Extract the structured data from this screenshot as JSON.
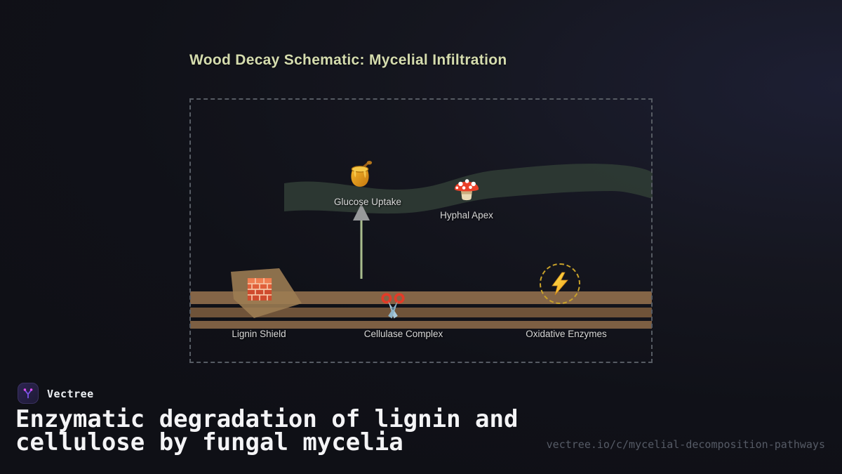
{
  "header": {
    "title": "Wood Decay Schematic: Mycelial Infiltration"
  },
  "diagram": {
    "nodes": [
      {
        "id": "glucose-uptake",
        "icon": "honey-pot-icon",
        "label": "Glucose Uptake"
      },
      {
        "id": "hyphal-apex",
        "icon": "mushroom-icon",
        "label": "Hyphal Apex"
      },
      {
        "id": "lignin-shield",
        "icon": "brick-wall-icon",
        "label": "Lignin Shield"
      },
      {
        "id": "cellulase-complex",
        "icon": "scissors-icon",
        "label": "Cellulase Complex"
      },
      {
        "id": "oxidative-enzymes",
        "icon": "lightning-bolt-icon",
        "label": "Oxidative Enzymes"
      }
    ],
    "connector": "arrow-from-cellulase-complex-to-glucose-uptake"
  },
  "footer": {
    "brand": "Vectree",
    "headline": "Enzymatic degradation of lignin and cellulose by fungal mycelia",
    "url": "vectree.io/c/mycelial-decomposition-pathways"
  },
  "colors": {
    "background": "#101118",
    "title": "#d5dcae",
    "label": "#d8d8d8",
    "frame_dash": "#565b63",
    "hyphal_band": "#2f3b34",
    "wood_stripe_light": "#846547",
    "wood_stripe_dark": "#6f5339",
    "shield_fragment": "#9d7d53",
    "arrow_shaft": "#a9bd8e",
    "arrow_head": "#97999b",
    "enzyme_ring": "#c9a22a",
    "brand_badge": "#2c2450",
    "brand_icon_purple": "#7b52e8",
    "brand_icon_magenta": "#e44ef0",
    "url_text": "#565b66"
  }
}
